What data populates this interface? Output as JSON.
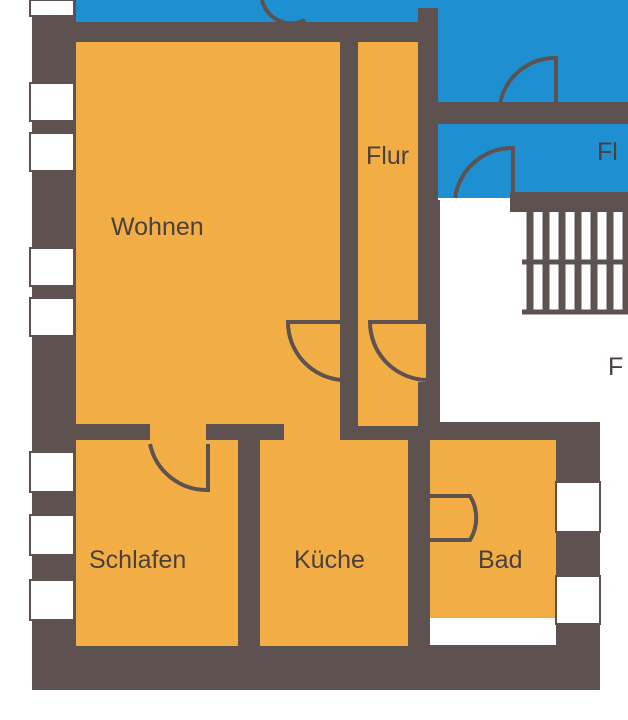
{
  "floorplan": {
    "rooms": {
      "wohnen": "Wohnen",
      "flur": "Flur",
      "schlafen": "Schlafen",
      "kueche": "Küche",
      "bad": "Bad",
      "neighbor_flur_partial": "Fl",
      "stair_hall_partial": "F"
    },
    "colors": {
      "wall": "#5e5250",
      "apartment": "#f2ae45",
      "neighbor": "#1e8fd0",
      "window": "#ffffff",
      "door_swing": "#5e5250"
    }
  }
}
